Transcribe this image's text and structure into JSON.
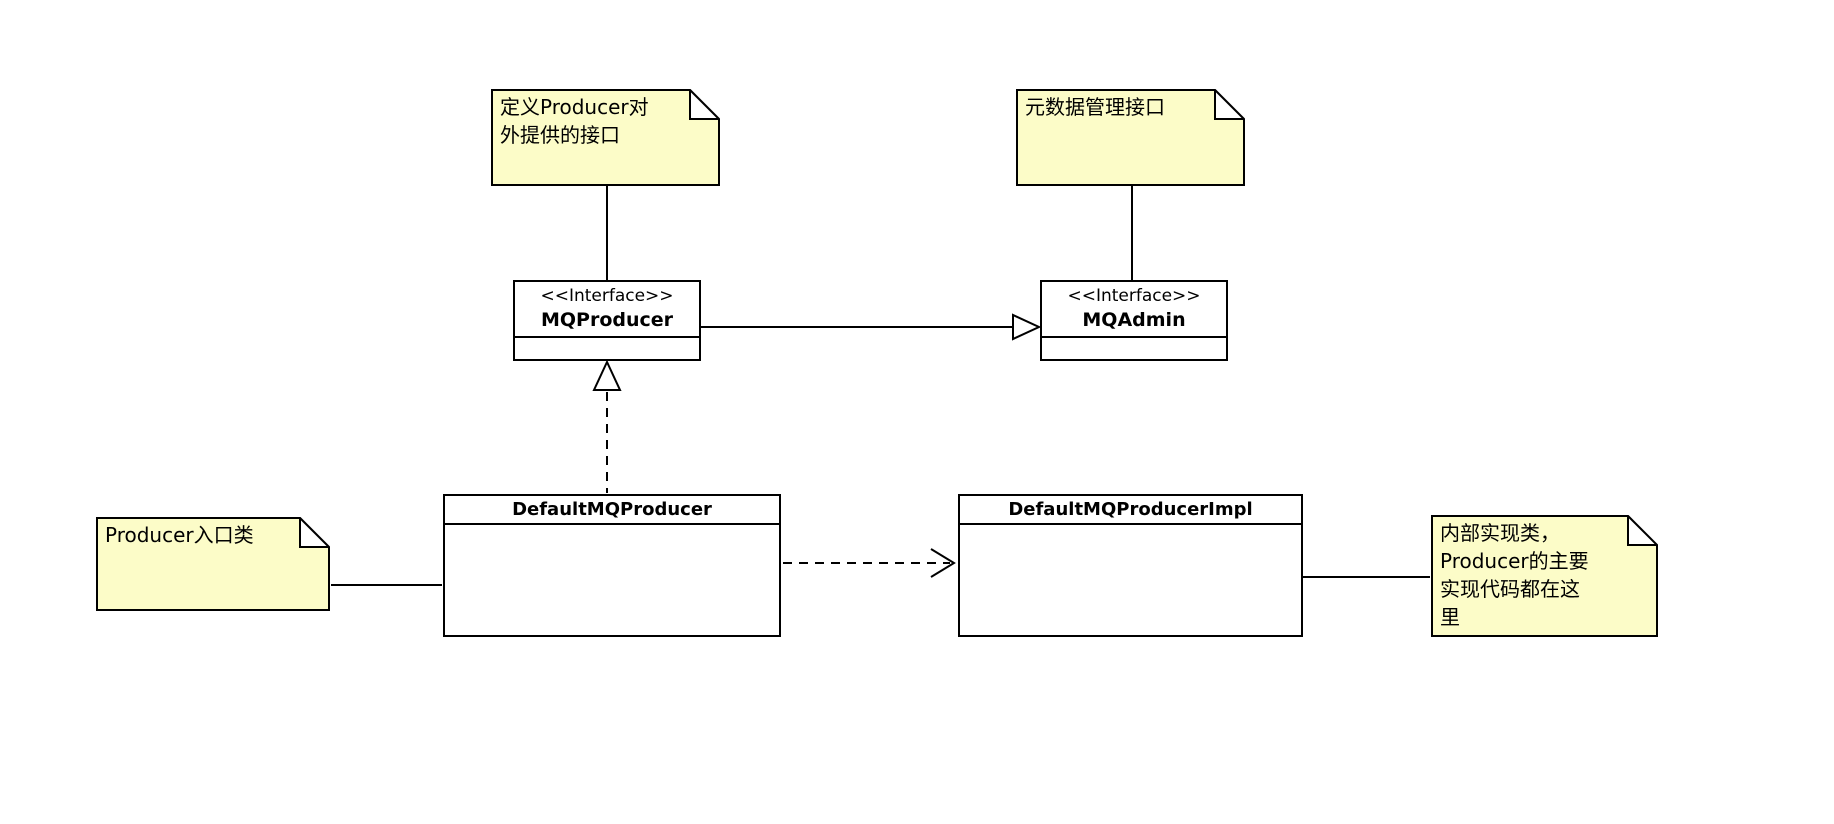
{
  "diagram": {
    "type": "uml-class-diagram",
    "colors": {
      "background": "#ffffff",
      "note_fill": "#fcfcc8",
      "stroke": "#000000",
      "text": "#000000"
    },
    "notes": [
      {
        "id": "note-define-producer-interface",
        "text": "定义Producer对\n外提供的接口"
      },
      {
        "id": "note-metadata-interface",
        "text": "元数据管理接口"
      },
      {
        "id": "note-producer-entry",
        "text": "Producer入口类"
      },
      {
        "id": "note-internal-impl",
        "text": "内部实现类，\nProducer的主要\n实现代码都在这\n里"
      }
    ],
    "interfaces": [
      {
        "id": "MQProducer",
        "stereotype": "<<Interface>>",
        "name": "MQProducer"
      },
      {
        "id": "MQAdmin",
        "stereotype": "<<Interface>>",
        "name": "MQAdmin"
      }
    ],
    "classes": [
      {
        "id": "DefaultMQProducer",
        "name": "DefaultMQProducer"
      },
      {
        "id": "DefaultMQProducerImpl",
        "name": "DefaultMQProducerImpl"
      }
    ],
    "relationships": [
      {
        "from": "note-define-producer-interface",
        "to": "MQProducer",
        "type": "note-link"
      },
      {
        "from": "note-metadata-interface",
        "to": "MQAdmin",
        "type": "note-link"
      },
      {
        "from": "MQProducer",
        "to": "MQAdmin",
        "type": "generalization"
      },
      {
        "from": "DefaultMQProducer",
        "to": "MQProducer",
        "type": "realization"
      },
      {
        "from": "DefaultMQProducer",
        "to": "DefaultMQProducerImpl",
        "type": "dependency"
      },
      {
        "from": "note-producer-entry",
        "to": "DefaultMQProducer",
        "type": "note-link"
      },
      {
        "from": "DefaultMQProducerImpl",
        "to": "note-internal-impl",
        "type": "note-link"
      }
    ]
  }
}
